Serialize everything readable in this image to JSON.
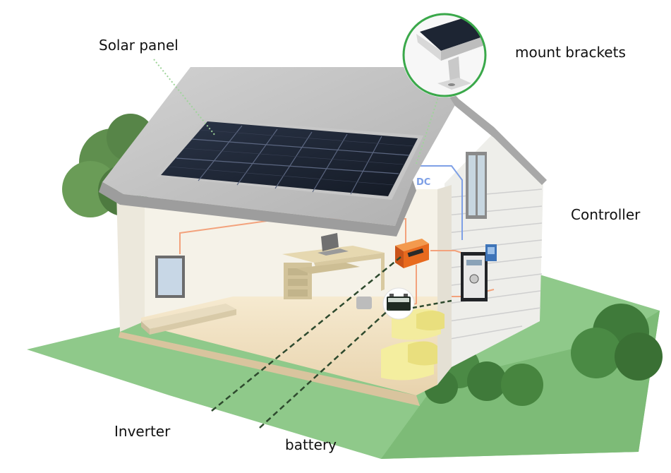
{
  "labels": {
    "solar_panel": "Solar panel",
    "mount_brackets": "mount brackets",
    "controller": "Controller",
    "inverter": "Inverter",
    "battery": "battery",
    "dc": "DC"
  },
  "colors": {
    "lawn": "#8fc98a",
    "wall": "#f2f0e8",
    "roof": "#bdbdbd",
    "panel": "#1d2533",
    "leader_dotted": "#9fd49a",
    "leader_dashed": "#2e4a2e",
    "wiring": "#f3a27c",
    "dc_wire": "#7ea0e6",
    "inset_ring": "#3aa84a",
    "inverter": "#e86a1e"
  },
  "icons": {
    "solar_array": "solar-panel-array",
    "bracket": "mount-bracket-icon",
    "controller": "charge-controller-icon",
    "inverter": "inverter-icon",
    "battery": "battery-icon"
  }
}
